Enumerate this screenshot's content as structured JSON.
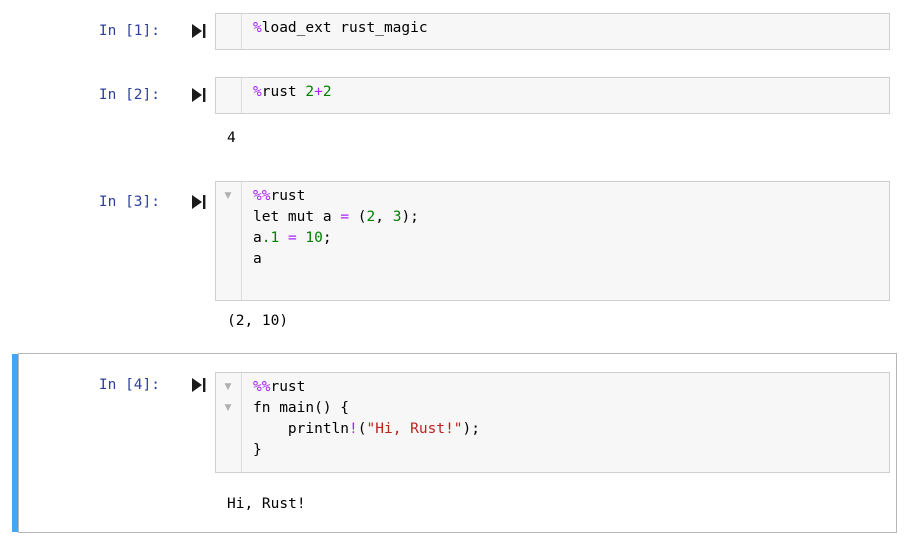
{
  "theme": {
    "prompt_color": "#303F9F",
    "selected_bar_color": "#42A5F5",
    "input_bg": "#F7F7F7",
    "input_border": "#CFCFCF",
    "magic_color": "#AA22FF",
    "number_color": "#008000",
    "string_color": "#BA2121",
    "page_bg": "#FFFFFF"
  },
  "icons": {
    "run": "play-to-end-icon",
    "fold": "chevron-down-icon"
  },
  "cells": [
    {
      "id": "cell-1",
      "prompt": "In [1]:",
      "selected": false,
      "folds": [],
      "lines": [
        [
          {
            "t": "%",
            "c": "magic"
          },
          {
            "t": "load_ext rust_magic",
            "c": "plain"
          }
        ]
      ],
      "output": null
    },
    {
      "id": "cell-2",
      "prompt": "In [2]:",
      "selected": false,
      "folds": [],
      "lines": [
        [
          {
            "t": "%",
            "c": "magic"
          },
          {
            "t": "rust ",
            "c": "plain"
          },
          {
            "t": "2",
            "c": "num"
          },
          {
            "t": "+",
            "c": "op"
          },
          {
            "t": "2",
            "c": "num"
          }
        ]
      ],
      "output": "4"
    },
    {
      "id": "cell-3",
      "prompt": "In [3]:",
      "selected": false,
      "folds": [
        0
      ],
      "lines": [
        [
          {
            "t": "%%",
            "c": "magic"
          },
          {
            "t": "rust",
            "c": "plain"
          }
        ],
        [
          {
            "t": "let mut a ",
            "c": "plain"
          },
          {
            "t": "=",
            "c": "op"
          },
          {
            "t": " (",
            "c": "plain"
          },
          {
            "t": "2",
            "c": "num"
          },
          {
            "t": ", ",
            "c": "plain"
          },
          {
            "t": "3",
            "c": "num"
          },
          {
            "t": ");",
            "c": "plain"
          }
        ],
        [
          {
            "t": "a",
            "c": "plain"
          },
          {
            "t": ".1",
            "c": "num"
          },
          {
            "t": " ",
            "c": "plain"
          },
          {
            "t": "=",
            "c": "op"
          },
          {
            "t": " ",
            "c": "plain"
          },
          {
            "t": "10",
            "c": "num"
          },
          {
            "t": ";",
            "c": "plain"
          }
        ],
        [
          {
            "t": "a",
            "c": "plain"
          }
        ]
      ],
      "output": "(2, 10)"
    },
    {
      "id": "cell-4",
      "prompt": "In [4]:",
      "selected": true,
      "folds": [
        0,
        1
      ],
      "lines": [
        [
          {
            "t": "%%",
            "c": "magic"
          },
          {
            "t": "rust",
            "c": "plain"
          }
        ],
        [
          {
            "t": "fn main() {",
            "c": "plain"
          }
        ],
        [
          {
            "t": "    println",
            "c": "plain"
          },
          {
            "t": "!",
            "c": "op"
          },
          {
            "t": "(",
            "c": "plain"
          },
          {
            "t": "\"Hi, Rust!\"",
            "c": "str"
          },
          {
            "t": ");",
            "c": "plain"
          }
        ],
        [
          {
            "t": "}",
            "c": "plain"
          }
        ]
      ],
      "output": "Hi, Rust!"
    }
  ]
}
